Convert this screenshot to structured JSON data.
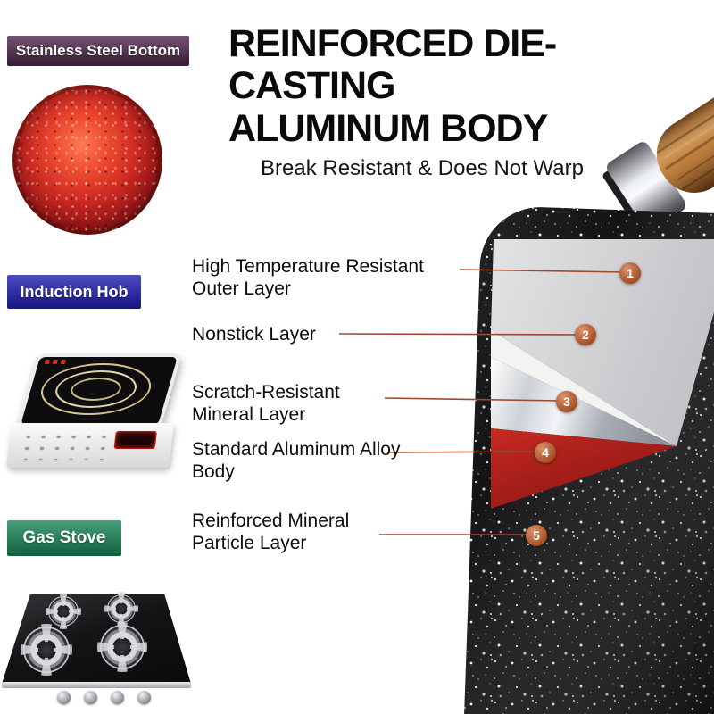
{
  "header": {
    "title_line1": "REINFORCED DIE-CASTING",
    "title_line2": "ALUMINUM BODY",
    "subtitle": "Break Resistant & Does Not Warp"
  },
  "compat_badges": [
    {
      "label": "Stainless Steel Bottom",
      "image": "glowing-heated-pan-bottom"
    },
    {
      "label": "Induction Hob",
      "image": "induction-cooktop"
    },
    {
      "label": "Gas Stove",
      "image": "four-burner-gas-hob"
    }
  ],
  "callouts": [
    {
      "number": "1",
      "label": "High Temperature Resistant Outer Layer"
    },
    {
      "number": "2",
      "label": "Nonstick Layer"
    },
    {
      "number": "3",
      "label": "Scratch-Resistant Mineral Layer"
    },
    {
      "number": "4",
      "label": "Standard Aluminum Alloy Body"
    },
    {
      "number": "5",
      "label": "Reinforced Mineral Particle Layer"
    }
  ],
  "colors": {
    "accent_circle": "#c6571f",
    "callout_line": "#9c4a2c",
    "badge_purple": "#4d2349",
    "badge_blue": "#1b1bb4",
    "badge_green": "#148655",
    "layer_gray": "#d2d2d5",
    "layer_white": "#f3f3f1",
    "layer_silver": "#c2c6cc",
    "layer_red": "#ae1f1b",
    "pan_body": "#141416"
  }
}
